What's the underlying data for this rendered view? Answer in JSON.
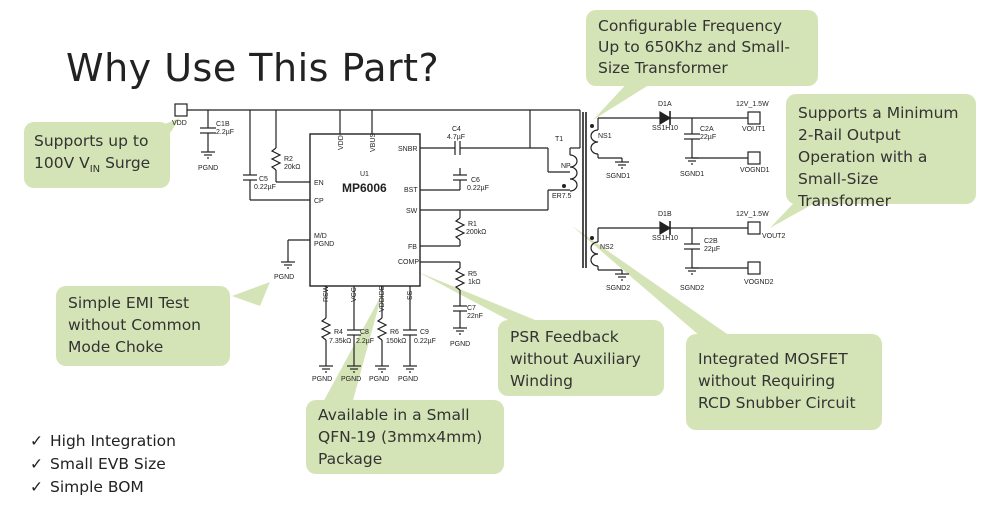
{
  "title": "Why Use This Part?",
  "callouts": {
    "frequency": [
      "Configurable Frequency",
      "Up to 650Khz and Small-",
      "Size Transformer"
    ],
    "surge": [
      "Supports up to",
      "100V V",
      "IN",
      " Surge"
    ],
    "rail": [
      "Supports a Minimum",
      "2-Rail Output",
      "Operation with a",
      "Small-Size Transformer"
    ],
    "emi": [
      "Simple EMI Test",
      "without Common",
      "Mode Choke"
    ],
    "psr": [
      "PSR Feedback",
      "without Auxiliary",
      "Winding"
    ],
    "mosfet": [
      "Integrated MOSFET",
      "without Requiring",
      "RCD Snubber Circuit"
    ],
    "qfn": [
      "Available in a Small",
      "QFN-19 (3mmx4mm)",
      "Package"
    ]
  },
  "checklist": [
    "High Integration",
    "Small EVB Size",
    "Simple BOM"
  ],
  "checkmark": "✓",
  "schematic": {
    "ic": {
      "ref": "U1",
      "name": "MP6006",
      "pins_left": [
        "EN",
        "CP",
        "M/D",
        "PGND"
      ],
      "pins_top": [
        "VDD",
        "VBUS"
      ],
      "pins_right": [
        "SNBR",
        "BST",
        "SW",
        "FB",
        "COMP"
      ],
      "pins_bottom": [
        "RSW",
        "VCC",
        "VDDIDE",
        "SS"
      ]
    },
    "vdd_label": "VDD",
    "components": {
      "c1b": [
        "C1B",
        "2.2µF"
      ],
      "r2": [
        "R2",
        "20kΩ"
      ],
      "c5": [
        "C5",
        "0.22µF"
      ],
      "c4": [
        "C4",
        "4.7µF"
      ],
      "c6": [
        "C6",
        "0.22µF"
      ],
      "r1": [
        "R1",
        "200kΩ"
      ],
      "r5": [
        "R5",
        "1kΩ"
      ],
      "c7": [
        "C7",
        "22nF"
      ],
      "r4": [
        "R4",
        "7.35kΩ"
      ],
      "c8": [
        "C8",
        "2.2µF"
      ],
      "r6": [
        "R6",
        "150kΩ"
      ],
      "c9": [
        "C9",
        "0.22µF"
      ],
      "t1": "T1",
      "np": "NP",
      "ns1": "NS1",
      "ns2": "NS2",
      "er": "ER7.5",
      "d1a": [
        "D1A",
        "SS1H10"
      ],
      "d1b": [
        "D1B",
        "SS1H10"
      ],
      "c2a": [
        "C2A",
        "22µF"
      ],
      "c2b": [
        "C2B",
        "22µF"
      ]
    },
    "nets": {
      "pgnd": "PGND",
      "sgnd1": "SGND1",
      "sgnd2": "SGND2",
      "out1_spec": "12V_1.5W",
      "out2_spec": "12V_1.5W",
      "vout1": "VOUT1",
      "vognd1": "VOGND1",
      "vout2": "VOUT2",
      "vognd2": "VOGND2"
    }
  },
  "colors": {
    "callout_fill": "#d5e4b6",
    "callout_text": "#333333",
    "wire": "#222222"
  }
}
